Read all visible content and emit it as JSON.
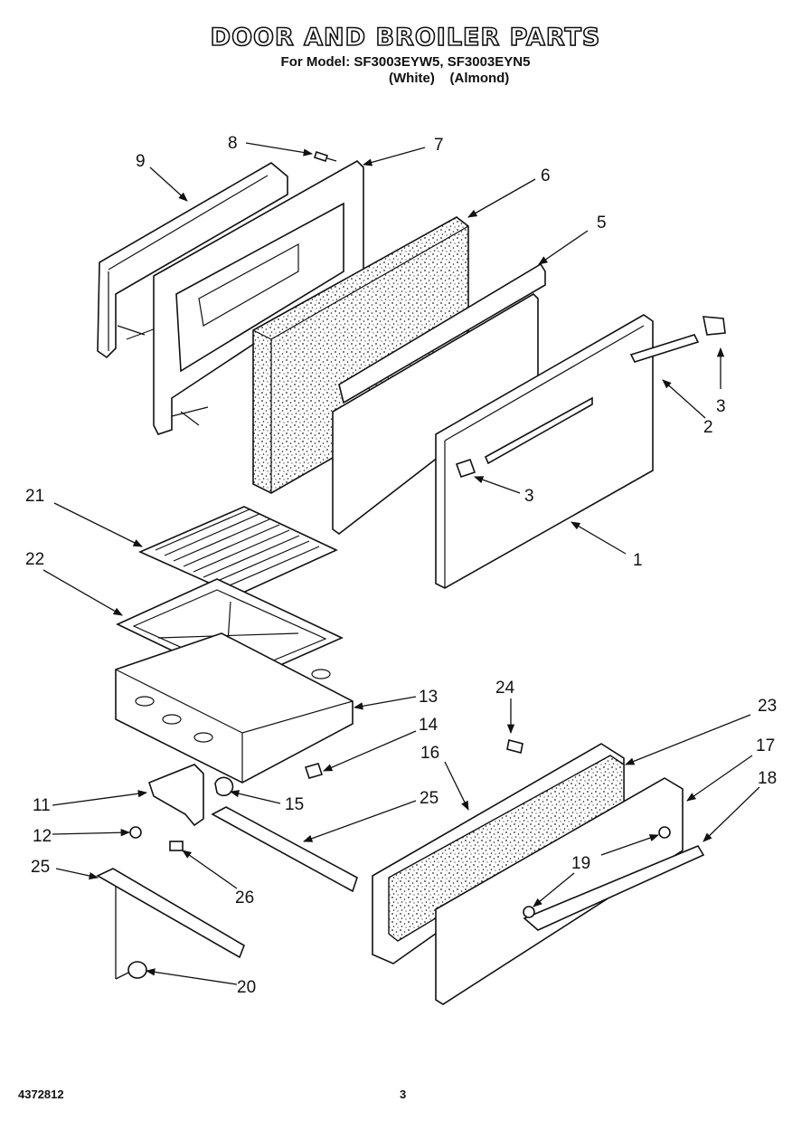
{
  "header": {
    "title": "DOOR AND BROILER PARTS",
    "model_line": "For Model: SF3003EYW5, SF3003EYN5",
    "colors_line": "(White)    (Almond)"
  },
  "footer": {
    "doc_number": "4372812",
    "page_number": "3"
  },
  "callouts": [
    {
      "id": "c1",
      "label": "1"
    },
    {
      "id": "c2",
      "label": "2"
    },
    {
      "id": "c3a",
      "label": "3"
    },
    {
      "id": "c3b",
      "label": "3"
    },
    {
      "id": "c5",
      "label": "5"
    },
    {
      "id": "c6",
      "label": "6"
    },
    {
      "id": "c7",
      "label": "7"
    },
    {
      "id": "c8",
      "label": "8"
    },
    {
      "id": "c9",
      "label": "9"
    },
    {
      "id": "c11",
      "label": "11"
    },
    {
      "id": "c12",
      "label": "12"
    },
    {
      "id": "c13",
      "label": "13"
    },
    {
      "id": "c14",
      "label": "14"
    },
    {
      "id": "c15",
      "label": "15"
    },
    {
      "id": "c16",
      "label": "16"
    },
    {
      "id": "c17",
      "label": "17"
    },
    {
      "id": "c18",
      "label": "18"
    },
    {
      "id": "c19",
      "label": "19"
    },
    {
      "id": "c20",
      "label": "20"
    },
    {
      "id": "c21",
      "label": "21"
    },
    {
      "id": "c22",
      "label": "22"
    },
    {
      "id": "c23",
      "label": "23"
    },
    {
      "id": "c24",
      "label": "24"
    },
    {
      "id": "c25a",
      "label": "25"
    },
    {
      "id": "c25b",
      "label": "25"
    },
    {
      "id": "c26",
      "label": "26"
    }
  ]
}
